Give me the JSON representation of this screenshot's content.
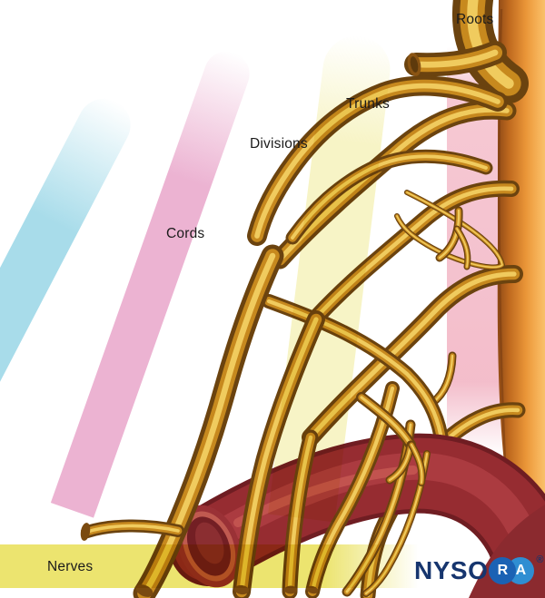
{
  "figure": {
    "description": "Brachial plexus anatomy illustration with highlighted zones for roots, trunks, divisions, cords and nerves"
  },
  "labels": {
    "roots": "Roots",
    "trunks": "Trunks",
    "divisions": "Divisions",
    "cords": "Cords",
    "nerves": "Nerves"
  },
  "logo": {
    "wordmark": "NYSO",
    "badge_r": "R",
    "badge_a": "A",
    "registered": "®"
  },
  "colors": {
    "band-blue": "#a8dcea",
    "band-pink": "#ecb3d2",
    "band-yellow": "#f7f4c6",
    "band-roots-pink": "#f5c3cf",
    "band-nerves-yellow": "#ece46f",
    "label-text": "#1b1b1b",
    "logo-navy": "#16356e",
    "logo-blue-dark": "#1b62b4",
    "logo-blue-light": "#2f8ed2",
    "nerve-gold": "#c7891e",
    "nerve-dark": "#6b430f",
    "nerve-highlight": "#f0cb5e",
    "artery-red": "#962c31",
    "column-orange": "#ea9638"
  }
}
